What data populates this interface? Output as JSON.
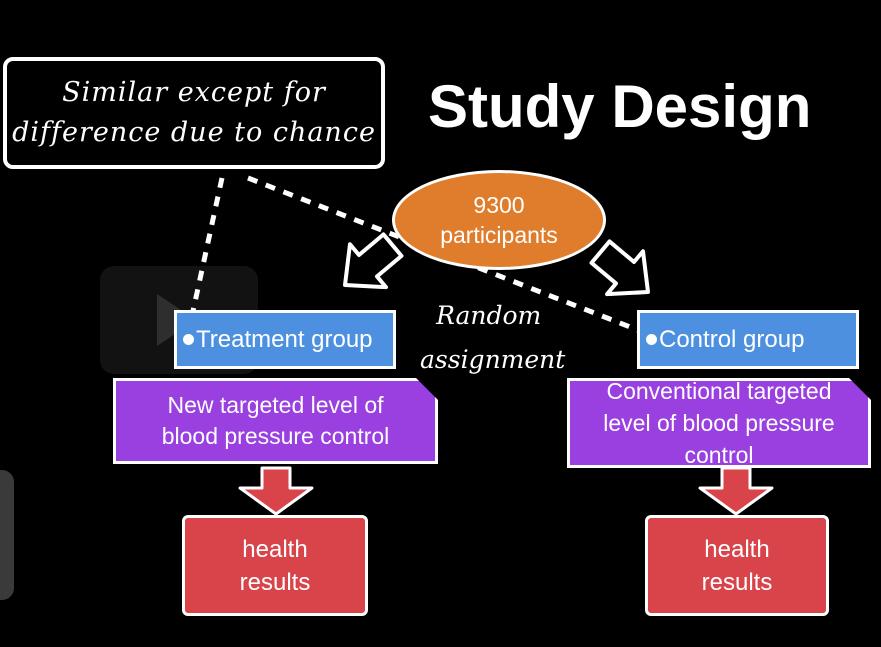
{
  "slide": {
    "title": "Study Design",
    "callout": {
      "line1": "Similar except for",
      "line2": "difference due to chance"
    },
    "participants": {
      "line1": "9300",
      "line2": "participants"
    },
    "random_assignment": {
      "line1": "Random",
      "line2": "assignment"
    },
    "treatment": {
      "label": "Treatment group",
      "note_line1": "New targeted level of",
      "note_line2": "blood pressure control",
      "result_line1": "health",
      "result_line2": "results"
    },
    "control": {
      "label": "Control group",
      "note_line1": "Conventional targeted",
      "note_line2": "level of blood pressure",
      "note_line3": "control",
      "result_line1": "health",
      "result_line2": "results"
    }
  },
  "colors": {
    "background": "#000000",
    "participants_oval": "#e07d2c",
    "group_box": "#4d90e0",
    "note_box": "#9a3fe0",
    "result_box": "#d9444b",
    "arrow": "#d9444b"
  }
}
